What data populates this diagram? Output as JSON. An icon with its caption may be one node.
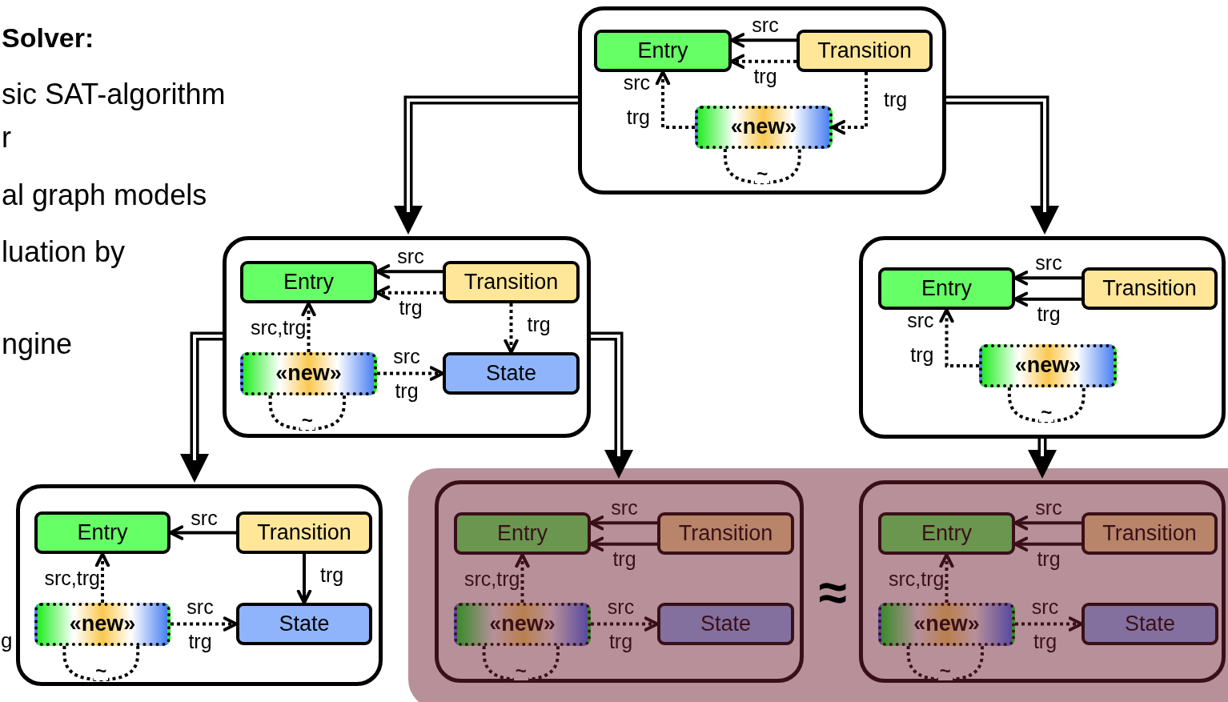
{
  "diagram": {
    "nodes": [
      {
        "text": [],
        "shape": "box"
      },
      {
        "text": [
          "Entry"
        ],
        "in": 0
      },
      {
        "text": [
          "Transition"
        ],
        "in": 0
      },
      {
        "text": [
          "«new»"
        ],
        "in": 0
      },
      {
        "text": [],
        "shape": "box"
      },
      {
        "text": [
          "Entry"
        ],
        "in": 4
      },
      {
        "text": [
          "Transition"
        ],
        "in": 4
      },
      {
        "text": [
          "«new»"
        ],
        "in": 4
      },
      {
        "text": [
          "State"
        ],
        "in": 4
      },
      {
        "text": [],
        "shape": "box"
      },
      {
        "text": [
          "Entry"
        ],
        "in": 9
      },
      {
        "text": [
          "Transition"
        ],
        "in": 9
      },
      {
        "text": [
          "«new»"
        ],
        "in": 9
      },
      {
        "text": [],
        "shape": "box"
      },
      {
        "text": [
          "Entry"
        ],
        "in": 13
      },
      {
        "text": [
          "Transition"
        ],
        "in": 13
      },
      {
        "text": [
          "«new»"
        ],
        "in": 13
      },
      {
        "text": [
          "State"
        ],
        "in": 13
      },
      {
        "text": [],
        "shape": "box"
      },
      {
        "text": [],
        "shape": "box",
        "in": 18
      },
      {
        "text": [
          "Entry"
        ],
        "in": 19
      },
      {
        "text": [
          "Transition"
        ],
        "in": 19
      },
      {
        "text": [
          "«new»"
        ],
        "in": 19
      },
      {
        "text": [
          "State"
        ],
        "in": 19
      },
      {
        "text": [],
        "shape": "box",
        "in": 18
      },
      {
        "text": [
          "Entry"
        ],
        "in": 24
      },
      {
        "text": [
          "Transition"
        ],
        "in": 24
      },
      {
        "text": [
          "«new»"
        ],
        "in": 24
      },
      {
        "text": [
          "State"
        ],
        "in": 24
      }
    ],
    "edges": [
      {
        "from": 2,
        "to": 1,
        "arrow": "to",
        "label": "src"
      },
      {
        "from": 2,
        "to": 1,
        "arrow": "to",
        "label": "trg",
        "style": "dashed"
      },
      {
        "from": 3,
        "to": 1,
        "arrow": "to",
        "label": "src trg",
        "style": "dashed"
      },
      {
        "from": 2,
        "to": 3,
        "arrow": "to",
        "label": "trg",
        "style": "dashed"
      },
      {
        "from": 3,
        "to": 3,
        "arrow": "none",
        "label": "~",
        "style": "dashed"
      },
      {
        "from": 6,
        "to": 5,
        "arrow": "to",
        "label": "src"
      },
      {
        "from": 6,
        "to": 5,
        "arrow": "to",
        "label": "trg",
        "style": "dashed"
      },
      {
        "from": 7,
        "to": 5,
        "arrow": "to",
        "label": "src,trg",
        "style": "dashed"
      },
      {
        "from": 6,
        "to": 8,
        "arrow": "to",
        "label": "trg",
        "style": "dashed"
      },
      {
        "from": 7,
        "to": 8,
        "arrow": "to",
        "label": "src trg",
        "style": "dashed"
      },
      {
        "from": 7,
        "to": 7,
        "arrow": "none",
        "label": "~",
        "style": "dashed"
      },
      {
        "from": 11,
        "to": 10,
        "arrow": "to",
        "label": "src"
      },
      {
        "from": 11,
        "to": 10,
        "arrow": "to",
        "label": "trg"
      },
      {
        "from": 12,
        "to": 10,
        "arrow": "to",
        "label": "src trg",
        "style": "dashed"
      },
      {
        "from": 12,
        "to": 12,
        "arrow": "none",
        "label": "~",
        "style": "dashed"
      },
      {
        "from": 15,
        "to": 14,
        "arrow": "to",
        "label": "src"
      },
      {
        "from": 15,
        "to": 17,
        "arrow": "to",
        "label": "trg"
      },
      {
        "from": 16,
        "to": 14,
        "arrow": "to",
        "label": "src,trg",
        "style": "dashed"
      },
      {
        "from": 16,
        "to": 17,
        "arrow": "to",
        "label": "src trg",
        "style": "dashed"
      },
      {
        "from": 16,
        "to": 16,
        "arrow": "none",
        "label": "~",
        "style": "dashed"
      },
      {
        "from": 21,
        "to": 20,
        "arrow": "to",
        "label": "src",
        "color": "#3a1018"
      },
      {
        "from": 21,
        "to": 20,
        "arrow": "to",
        "label": "trg",
        "color": "#3a1018"
      },
      {
        "from": 22,
        "to": 20,
        "arrow": "to",
        "label": "src,trg",
        "style": "dashed",
        "color": "#3a1018"
      },
      {
        "from": 22,
        "to": 23,
        "arrow": "to",
        "label": "src trg",
        "style": "dashed",
        "color": "#3a1018"
      },
      {
        "from": 22,
        "to": 22,
        "arrow": "none",
        "label": "~",
        "style": "dashed",
        "color": "#3a1018"
      },
      {
        "from": 26,
        "to": 25,
        "arrow": "to",
        "label": "src",
        "color": "#3a1018"
      },
      {
        "from": 26,
        "to": 25,
        "arrow": "to",
        "label": "trg",
        "color": "#3a1018"
      },
      {
        "from": 27,
        "to": 25,
        "arrow": "to",
        "label": "src,trg",
        "style": "dashed",
        "color": "#3a1018"
      },
      {
        "from": 27,
        "to": 28,
        "arrow": "to",
        "label": "src trg",
        "style": "dashed",
        "color": "#3a1018"
      },
      {
        "from": 27,
        "to": 27,
        "arrow": "none",
        "label": "~",
        "style": "dashed",
        "color": "#3a1018"
      },
      {
        "from": 0,
        "to": 4,
        "arrow": "to",
        "style": "thick"
      },
      {
        "from": 0,
        "to": 9,
        "arrow": "to",
        "style": "thick"
      },
      {
        "from": 4,
        "to": 13,
        "arrow": "to",
        "style": "thick"
      },
      {
        "from": 4,
        "to": 19,
        "arrow": "to",
        "style": "thick"
      },
      {
        "from": 9,
        "to": 24,
        "arrow": "to",
        "style": "thick"
      }
    ],
    "labels": [
      "Solver:",
      "sic SAT-algorithm",
      "r",
      "al graph models",
      "luation by",
      "ngine",
      "g",
      "≈"
    ]
  }
}
